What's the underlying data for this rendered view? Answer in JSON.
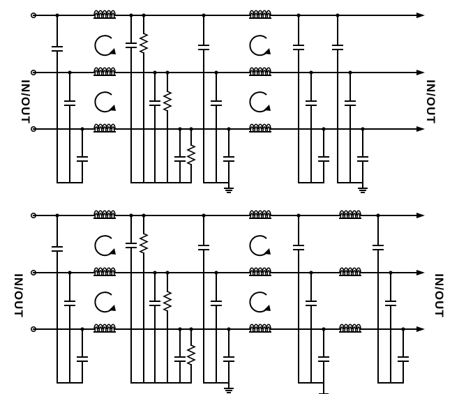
{
  "diagram": {
    "stroke_color": "#000000",
    "background": "#ffffff",
    "filters": [
      {
        "label_left": "IN/OUT",
        "label_right": "IN/OUT",
        "lines": 3,
        "stages": [
          "cap-shunt",
          "common-mode-choke",
          "cap-resistor-shunt",
          "cap-shunt-grounded",
          "common-mode-choke",
          "cap-shunt",
          "cap-shunt-grounded"
        ]
      },
      {
        "label_left": "IN/OUT",
        "label_right": "IN/OUT",
        "lines": 3,
        "stages": [
          "cap-shunt",
          "common-mode-choke",
          "cap-resistor-shunt",
          "cap-shunt-grounded",
          "common-mode-choke",
          "cap-shunt-grounded",
          "series-inductors",
          "cap-shunt"
        ]
      }
    ]
  }
}
